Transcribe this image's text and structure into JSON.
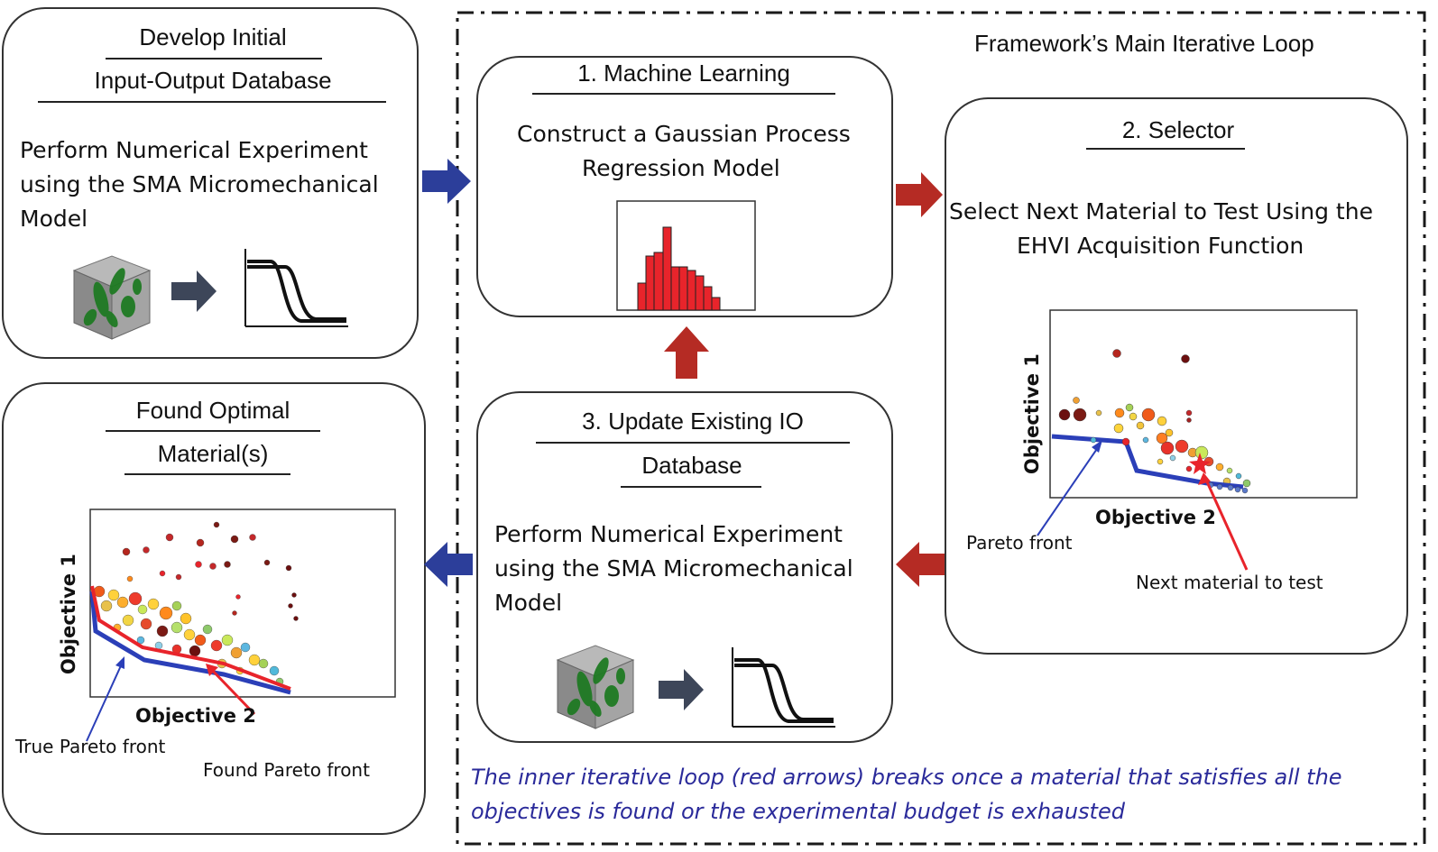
{
  "frame": {
    "title": "Framework’s Main Iterative Loop"
  },
  "boxes": {
    "initial": {
      "title_line1": "Develop Initial",
      "title_line2": "Input-Output Database",
      "body_lines": [
        "Perform Numerical Experiment",
        "using the SMA Micromechanical",
        "Model"
      ]
    },
    "ml": {
      "title": "1. Machine Learning",
      "body_lines": [
        "Construct a Gaussian Process",
        "Regression Model"
      ]
    },
    "selector": {
      "title": "2. Selector",
      "body_lines": [
        "Select Next Material to Test Using the",
        "EHVI Acquisition Function"
      ],
      "plot": {
        "ylabel": "Objective 1",
        "xlabel": "Objective 2",
        "pareto_label": "Pareto front",
        "next_label": "Next material to test"
      }
    },
    "update": {
      "title_line1": "3. Update Existing IO",
      "title_line2": "Database",
      "body_lines": [
        "Perform Numerical Experiment",
        "using the SMA Micromechanical",
        "Model"
      ]
    },
    "optimal": {
      "title_line1": "Found Optimal",
      "title_line2": "Material(s)",
      "plot": {
        "ylabel": "Objective 1",
        "xlabel": "Objective 2",
        "true_label": "True Pareto front",
        "found_label": "Found Pareto front"
      }
    }
  },
  "note_lines": [
    "The inner iterative loop (red arrows) breaks once a material that satisfies all the",
    "objectives is found or the experimental budget is exhausted"
  ],
  "colors": {
    "blue_arrow": "#2c3e9a",
    "red_arrow": "#b52b24",
    "pareto_blue": "#2b3fb8",
    "found_red": "#e8242b",
    "note_text": "#2a2a9a"
  }
}
